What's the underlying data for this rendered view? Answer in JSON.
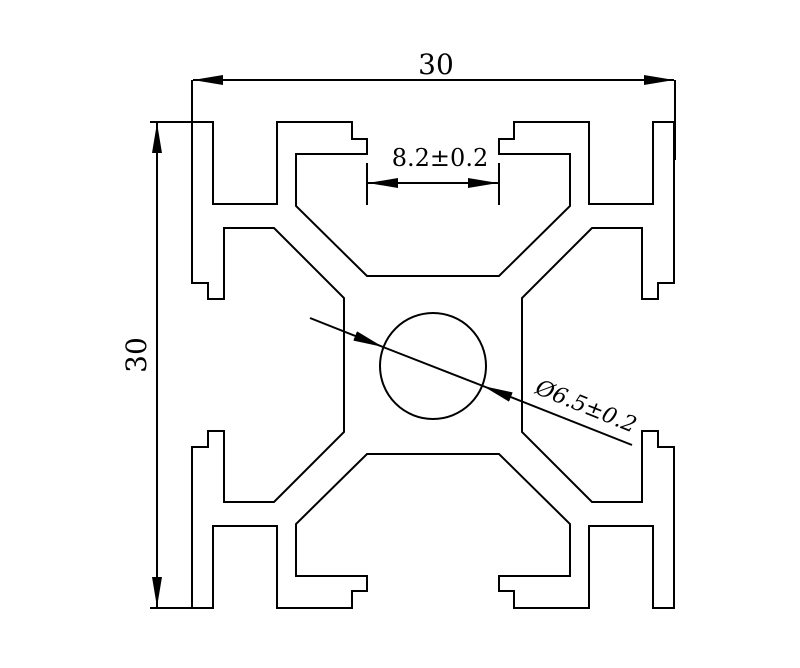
{
  "title": "30x30 aluminium profile cross-section",
  "colors": {
    "stroke": "#000000",
    "background": "#ffffff"
  },
  "dimensions": {
    "width_label": "30",
    "height_label": "30",
    "slot_label": "8.2±0.2",
    "bore_label": "Ø6.5±0.2"
  }
}
